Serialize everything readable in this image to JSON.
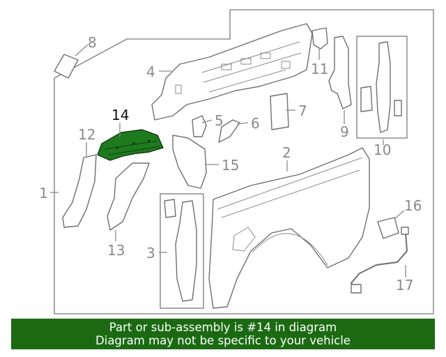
{
  "diagram": {
    "callouts": [
      {
        "id": "1",
        "label": "1"
      },
      {
        "id": "2",
        "label": "2"
      },
      {
        "id": "3",
        "label": "3"
      },
      {
        "id": "4",
        "label": "4"
      },
      {
        "id": "5",
        "label": "5"
      },
      {
        "id": "6",
        "label": "6"
      },
      {
        "id": "7",
        "label": "7"
      },
      {
        "id": "8",
        "label": "8"
      },
      {
        "id": "9",
        "label": "9"
      },
      {
        "id": "10",
        "label": "10"
      },
      {
        "id": "11",
        "label": "11"
      },
      {
        "id": "12",
        "label": "12"
      },
      {
        "id": "13",
        "label": "13"
      },
      {
        "id": "14",
        "label": "14"
      },
      {
        "id": "15",
        "label": "15"
      },
      {
        "id": "16",
        "label": "16"
      },
      {
        "id": "17",
        "label": "17"
      }
    ],
    "highlighted_part": "14",
    "highlight_color": "#1f7a1f",
    "line_color": "#8a8a8a"
  },
  "banner": {
    "line1": "Part or sub-assembly is #14 in diagram",
    "line2": "Diagram may not be specific to your vehicle",
    "background": "#1b6a12",
    "text_color": "#ffffff"
  }
}
